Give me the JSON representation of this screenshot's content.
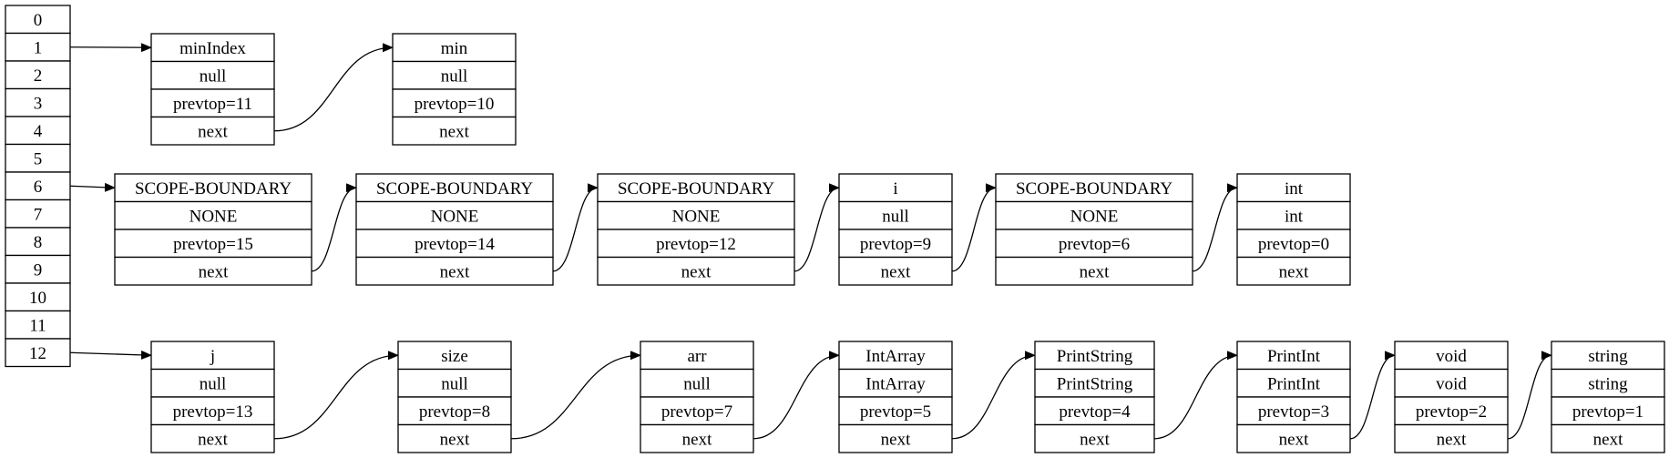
{
  "colors": {
    "stroke": "#000000",
    "background": "#ffffff",
    "text": "#000000"
  },
  "table": {
    "indices": [
      "0",
      "1",
      "2",
      "3",
      "4",
      "5",
      "6",
      "7",
      "8",
      "9",
      "10",
      "11",
      "12"
    ]
  },
  "chains": [
    {
      "from_index": "1",
      "nodes": [
        {
          "name": "minIndex",
          "type": "null",
          "prevtop": "prevtop=11",
          "next": "next"
        },
        {
          "name": "min",
          "type": "null",
          "prevtop": "prevtop=10",
          "next": "next"
        }
      ]
    },
    {
      "from_index": "6",
      "nodes": [
        {
          "name": "SCOPE-BOUNDARY",
          "type": "NONE",
          "prevtop": "prevtop=15",
          "next": "next"
        },
        {
          "name": "SCOPE-BOUNDARY",
          "type": "NONE",
          "prevtop": "prevtop=14",
          "next": "next"
        },
        {
          "name": "SCOPE-BOUNDARY",
          "type": "NONE",
          "prevtop": "prevtop=12",
          "next": "next"
        },
        {
          "name": "i",
          "type": "null",
          "prevtop": "prevtop=9",
          "next": "next"
        },
        {
          "name": "SCOPE-BOUNDARY",
          "type": "NONE",
          "prevtop": "prevtop=6",
          "next": "next"
        },
        {
          "name": "int",
          "type": "int",
          "prevtop": "prevtop=0",
          "next": "next"
        }
      ]
    },
    {
      "from_index": "12",
      "nodes": [
        {
          "name": "j",
          "type": "null",
          "prevtop": "prevtop=13",
          "next": "next"
        },
        {
          "name": "size",
          "type": "null",
          "prevtop": "prevtop=8",
          "next": "next"
        },
        {
          "name": "arr",
          "type": "null",
          "prevtop": "prevtop=7",
          "next": "next"
        },
        {
          "name": "IntArray",
          "type": "IntArray",
          "prevtop": "prevtop=5",
          "next": "next"
        },
        {
          "name": "PrintString",
          "type": "PrintString",
          "prevtop": "prevtop=4",
          "next": "next"
        },
        {
          "name": "PrintInt",
          "type": "PrintInt",
          "prevtop": "prevtop=3",
          "next": "next"
        },
        {
          "name": "void",
          "type": "void",
          "prevtop": "prevtop=2",
          "next": "next"
        },
        {
          "name": "string",
          "type": "string",
          "prevtop": "prevtop=1",
          "next": "next"
        }
      ]
    }
  ]
}
